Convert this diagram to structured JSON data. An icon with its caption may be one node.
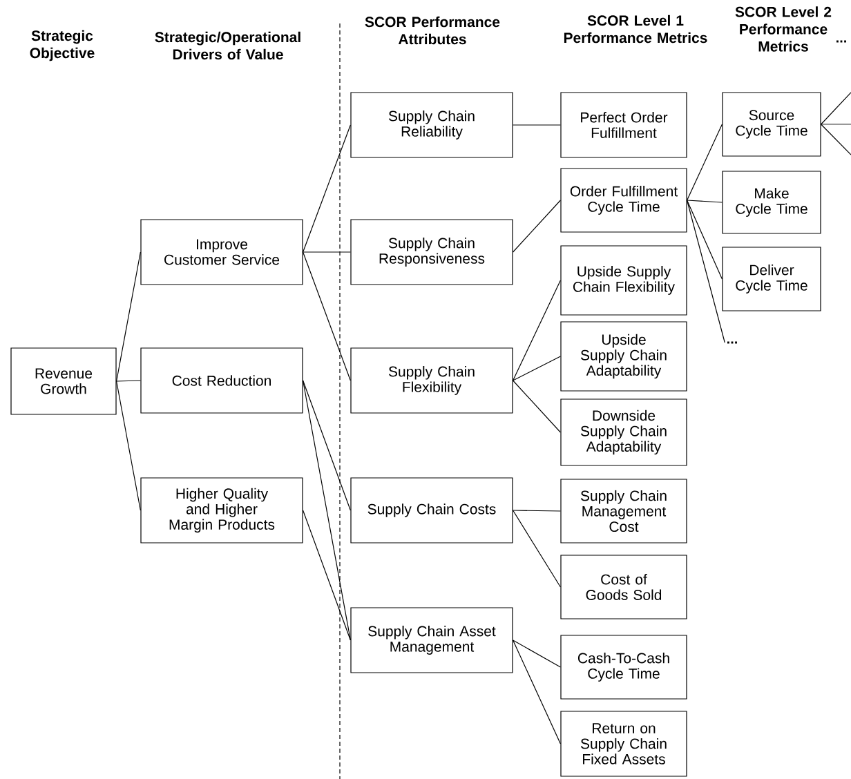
{
  "diagram": {
    "nodes": [
      {
        "text": [
          "Revenue Growth"
        ]
      },
      {
        "text": [
          "Improve Customer Service"
        ]
      },
      {
        "text": [
          "Cost Reduction"
        ]
      },
      {
        "text": [
          "Higher Quality and Higher Margin Products"
        ]
      },
      {
        "text": [
          "Supply Chain Reliability"
        ]
      },
      {
        "text": [
          "Supply Chain Responsiveness"
        ]
      },
      {
        "text": [
          "Supply Chain Flexibility"
        ]
      },
      {
        "text": [
          "Supply Chain Costs"
        ]
      },
      {
        "text": [
          "Supply Chain Asset Management"
        ]
      },
      {
        "text": [
          "Perfect Order Fulfillment"
        ]
      },
      {
        "text": [
          "Order Fulfillment Cycle Time"
        ]
      },
      {
        "text": [
          "Upside Supply Chain Flexibility"
        ]
      },
      {
        "text": [
          "Upside Supply Chain Adaptability"
        ]
      },
      {
        "text": [
          "Downside Supply Chain Adaptability"
        ]
      },
      {
        "text": [
          "Supply Chain Management Cost"
        ]
      },
      {
        "text": [
          "Cost of Goods Sold"
        ]
      },
      {
        "text": [
          "Cash-To-Cash Cycle Time"
        ]
      },
      {
        "text": [
          "Return on Supply Chain Fixed Assets"
        ]
      },
      {
        "text": [
          "Source Cycle Time"
        ]
      },
      {
        "text": [
          "Make Cycle Time"
        ]
      },
      {
        "text": [
          "Deliver Cycle Time"
        ]
      },
      {
        "text": [
          "..."
        ]
      }
    ],
    "edges": [
      {
        "from": 0,
        "to": 1,
        "arrow": "none"
      },
      {
        "from": 0,
        "to": 2,
        "arrow": "none"
      },
      {
        "from": 0,
        "to": 3,
        "arrow": "none"
      },
      {
        "from": 1,
        "to": 4,
        "arrow": "none"
      },
      {
        "from": 1,
        "to": 5,
        "arrow": "none"
      },
      {
        "from": 1,
        "to": 6,
        "arrow": "none"
      },
      {
        "from": 2,
        "to": 7,
        "arrow": "none"
      },
      {
        "from": 2,
        "to": 8,
        "arrow": "none"
      },
      {
        "from": 3,
        "to": 8,
        "arrow": "none"
      },
      {
        "from": 4,
        "to": 9,
        "arrow": "none"
      },
      {
        "from": 5,
        "to": 10,
        "arrow": "none"
      },
      {
        "from": 6,
        "to": 11,
        "arrow": "none"
      },
      {
        "from": 6,
        "to": 12,
        "arrow": "none"
      },
      {
        "from": 6,
        "to": 13,
        "arrow": "none"
      },
      {
        "from": 7,
        "to": 14,
        "arrow": "none"
      },
      {
        "from": 7,
        "to": 15,
        "arrow": "none"
      },
      {
        "from": 8,
        "to": 16,
        "arrow": "none"
      },
      {
        "from": 8,
        "to": 17,
        "arrow": "none"
      },
      {
        "from": 10,
        "to": 18,
        "arrow": "none"
      },
      {
        "from": 10,
        "to": 19,
        "arrow": "none"
      },
      {
        "from": 10,
        "to": 20,
        "arrow": "none"
      },
      {
        "from": 10,
        "to": 21,
        "arrow": "none"
      },
      {
        "from": 18,
        "to": null,
        "arrow": "none"
      },
      {
        "from": 18,
        "to": null,
        "arrow": "none"
      },
      {
        "from": 18,
        "to": null,
        "arrow": "none"
      }
    ],
    "labels": [
      "Strategic Objective",
      "Strategic/Operational Drivers of Value",
      "SCOR Performance Attributes",
      "SCOR Level 1 Performance Metrics",
      "SCOR Level 2 Performance Metrics",
      "..."
    ]
  }
}
